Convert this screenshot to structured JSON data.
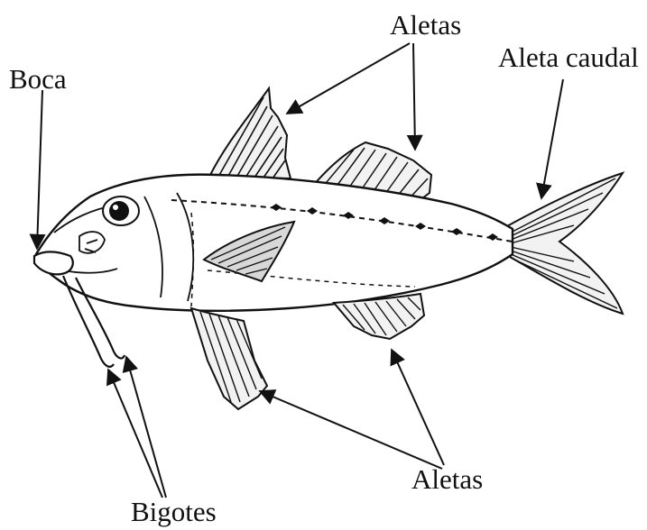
{
  "labels": {
    "aletas_top": "Aletas",
    "aleta_caudal": "Aleta caudal",
    "boca": "Boca",
    "aletas_bottom": "Aletas",
    "bigotes": "Bigotes"
  },
  "colors": {
    "ink": "#111111",
    "body_fill": "#ffffff",
    "fin_fill": "#f2f2f2"
  }
}
